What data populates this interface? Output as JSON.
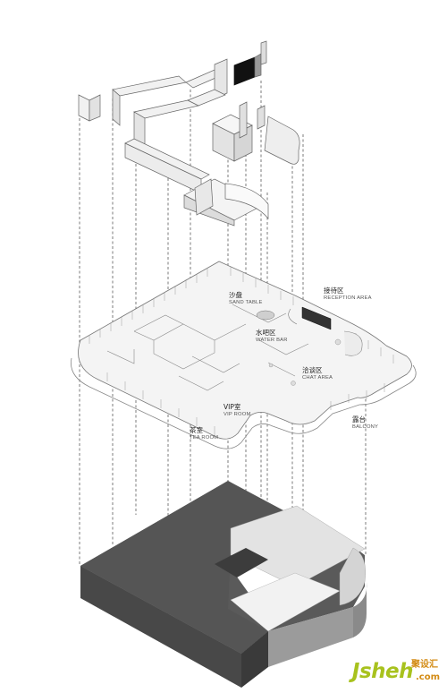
{
  "labels": {
    "reception": {
      "cn": "接待区",
      "en": "RECEPTION AREA"
    },
    "sand_table": {
      "cn": "沙盘",
      "en": "SAND TABLE"
    },
    "water_bar": {
      "cn": "水吧区",
      "en": "WATER BAR"
    },
    "chat": {
      "cn": "洽谈区",
      "en": "CHAT AREA"
    },
    "vip": {
      "cn": "VIP室",
      "en": "VIP ROOM"
    },
    "tea": {
      "cn": "茶室",
      "en": "TEA ROOM"
    },
    "balcony": {
      "cn": "露台",
      "en": "BALCONY"
    }
  },
  "watermark": {
    "brand": "Jsheh",
    "cn": "聚设汇",
    "domain": ".com"
  },
  "colors": {
    "slab_dark": "#555555",
    "slab_side": "#4a4a4a",
    "slab_light": "#e6e6e6",
    "plan_fill": "#f3f3f3"
  }
}
